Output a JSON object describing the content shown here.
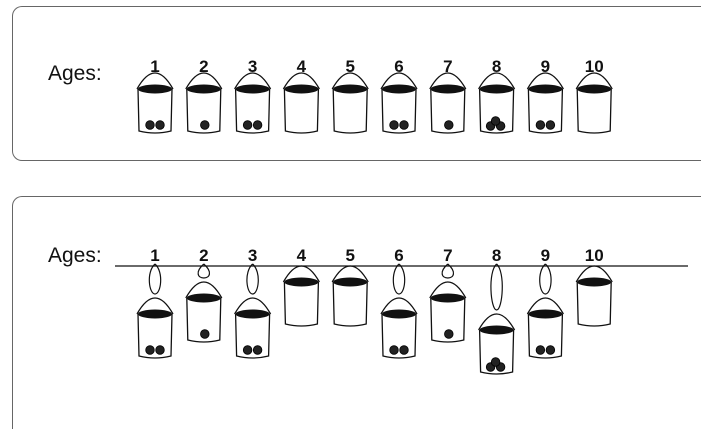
{
  "panels": [
    {
      "label": "Ages:"
    },
    {
      "label": "Ages:"
    }
  ],
  "buckets": [
    {
      "age": "1",
      "balls": 2,
      "hang": 1
    },
    {
      "age": "2",
      "balls": 1,
      "hang": 0
    },
    {
      "age": "3",
      "balls": 2,
      "hang": 1
    },
    {
      "age": "4",
      "balls": 0,
      "hang": -1
    },
    {
      "age": "5",
      "balls": 0,
      "hang": -1
    },
    {
      "age": "6",
      "balls": 2,
      "hang": 1
    },
    {
      "age": "7",
      "balls": 1,
      "hang": 0
    },
    {
      "age": "8",
      "balls": 3,
      "hang": 2
    },
    {
      "age": "9",
      "balls": 2,
      "hang": 1
    },
    {
      "age": "10",
      "balls": 0,
      "hang": -1
    }
  ]
}
